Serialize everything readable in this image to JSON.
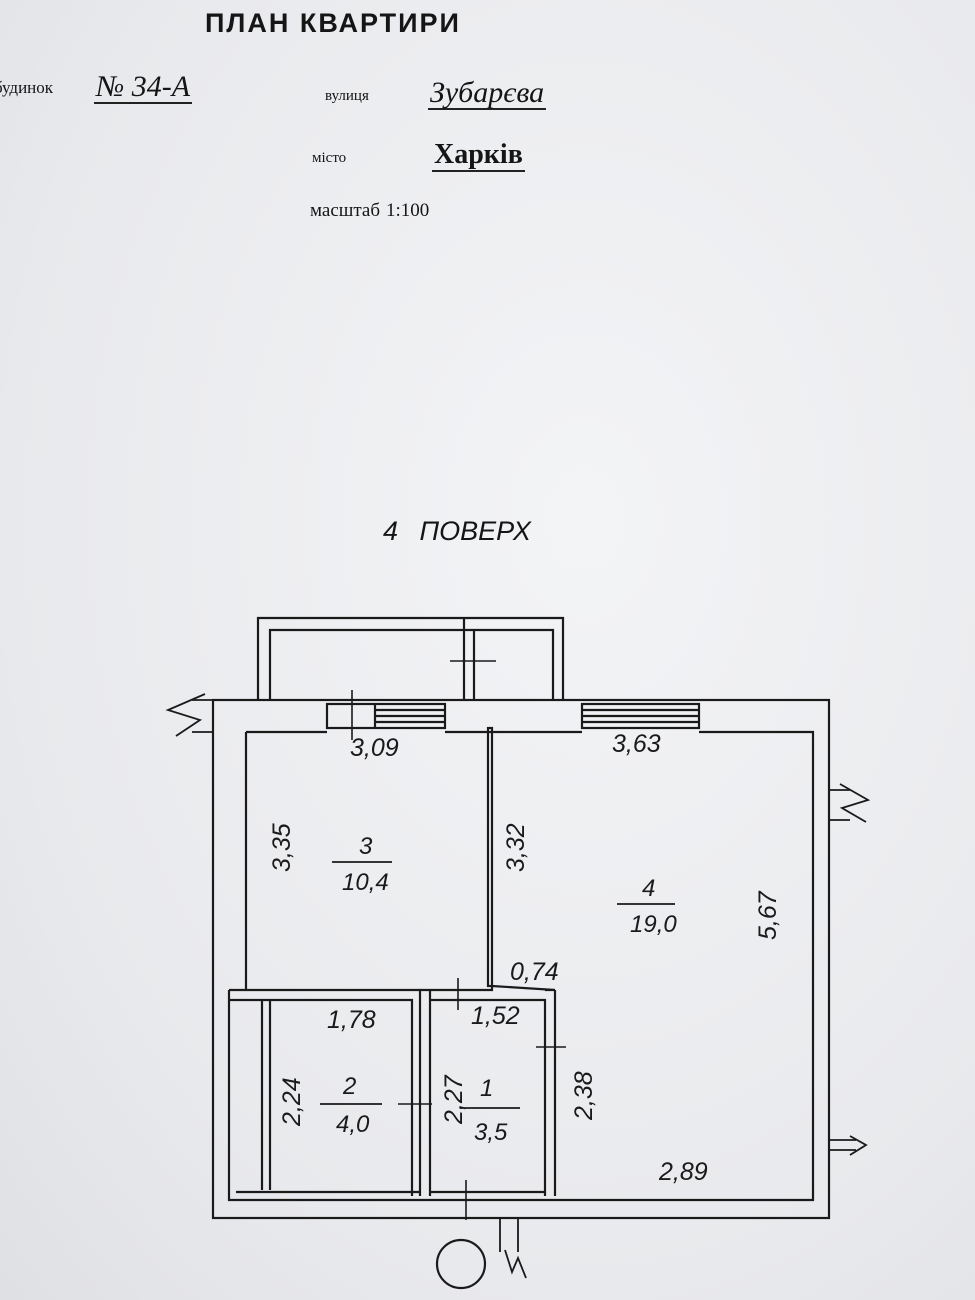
{
  "header": {
    "title": "ПЛАН КВАРТИРИ",
    "building_label": "будинок",
    "building_value": "№ 34-А",
    "street_label": "вулиця",
    "street_value": "Зубарєва",
    "city_label": "місто",
    "city_value": "Харків",
    "scale_label": "масштаб",
    "scale_value": "1:100"
  },
  "plan": {
    "floor_label": "4 ПОВЕРХ",
    "rooms": [
      {
        "number": "3",
        "area": "10,4"
      },
      {
        "number": "4",
        "area": "19,0"
      },
      {
        "number": "2",
        "area": "4,0"
      },
      {
        "number": "1",
        "area": "3,5"
      }
    ],
    "dimensions": {
      "d309": "3,09",
      "d363": "3,63",
      "d335": "3,35",
      "d332": "3,32",
      "d567": "5,67",
      "d074": "0,74",
      "d178": "1,78",
      "d152": "1,52",
      "d224": "2,24",
      "d227": "2,27",
      "d238": "2,38",
      "d289": "2,89"
    }
  },
  "colors": {
    "ink": "#151515",
    "paper": "#eceef0"
  }
}
